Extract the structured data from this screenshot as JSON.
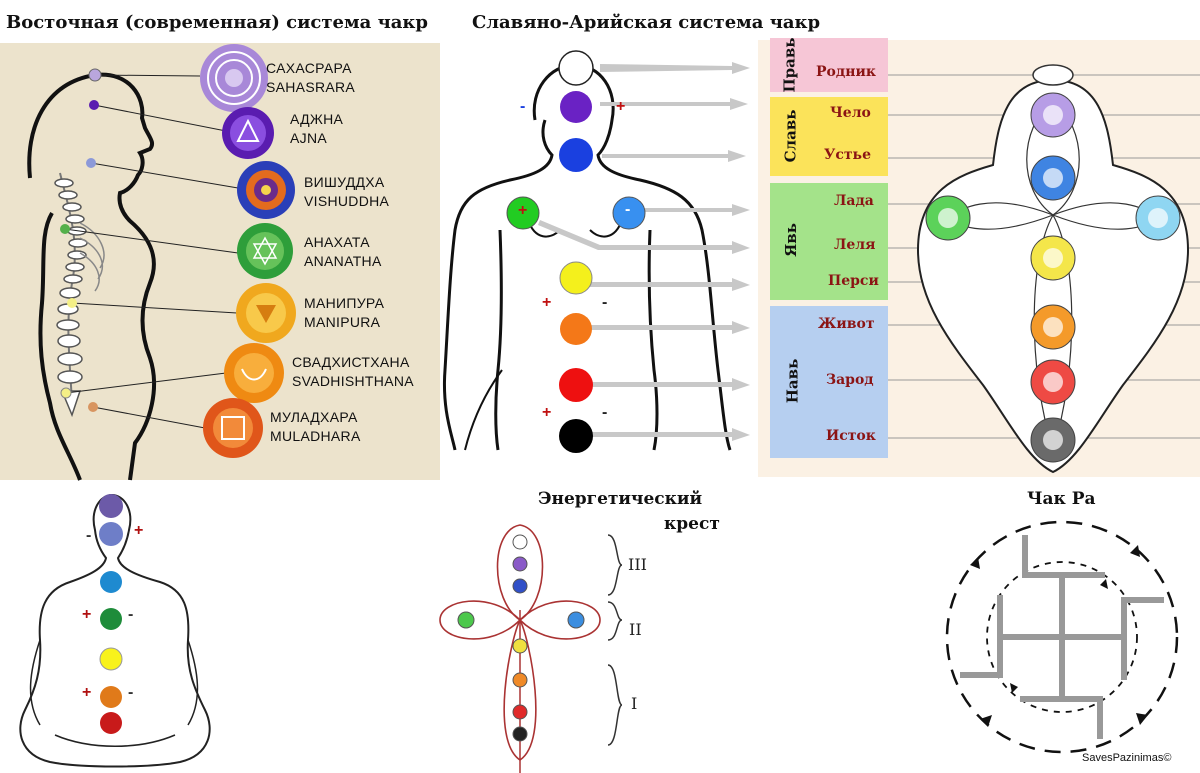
{
  "eastern": {
    "title": "Восточная (современная) система чакр",
    "chakras": [
      {
        "ru": "САХАСРАРА",
        "en": "SAHASRARA",
        "color": "#a888d8"
      },
      {
        "ru": "АДЖНА",
        "en": "AJNA",
        "color": "#5a1cb0"
      },
      {
        "ru": "ВИШУДДХА",
        "en": "VISHUDDHA",
        "color": "#2a3fb8"
      },
      {
        "ru": "АНАХАТА",
        "en": "ANANATHA",
        "color": "#2e9e3a"
      },
      {
        "ru": "МАНИПУРА",
        "en": "MANIPURA",
        "color": "#f0a81e"
      },
      {
        "ru": "СВАДХИСТХАНА",
        "en": "SVADHISHTHANA",
        "color": "#ef8a12"
      },
      {
        "ru": "МУЛАДХАРА",
        "en": "MULADHARA",
        "color": "#e0561a"
      }
    ]
  },
  "slavic": {
    "title": "Славяно-Арийская система чакр",
    "zones": [
      {
        "name": "Правь",
        "color": "#f6c6d6",
        "items": [
          "Родник"
        ]
      },
      {
        "name": "Славь",
        "color": "#fbe35a",
        "items": [
          "Чело",
          "Устье"
        ]
      },
      {
        "name": "Явь",
        "color": "#a4e38a",
        "items": [
          "Лада",
          "Леля",
          "Перси"
        ]
      },
      {
        "name": "Навь",
        "color": "#b6cff0",
        "items": [
          "Живот",
          "Зарод",
          "Исток"
        ]
      }
    ],
    "signs": {
      "plus": "+",
      "minus": "-"
    }
  },
  "cross": {
    "title_line1": "Энергетический",
    "title_line2": "крест",
    "levels": [
      "III",
      "II",
      "I"
    ]
  },
  "chakra_sun": {
    "title": "Чак Ра"
  },
  "watermark": "SavesPazinimas©",
  "colors": {
    "beige": "#ece3cc",
    "slavic_bg": "#fbf1e4"
  }
}
